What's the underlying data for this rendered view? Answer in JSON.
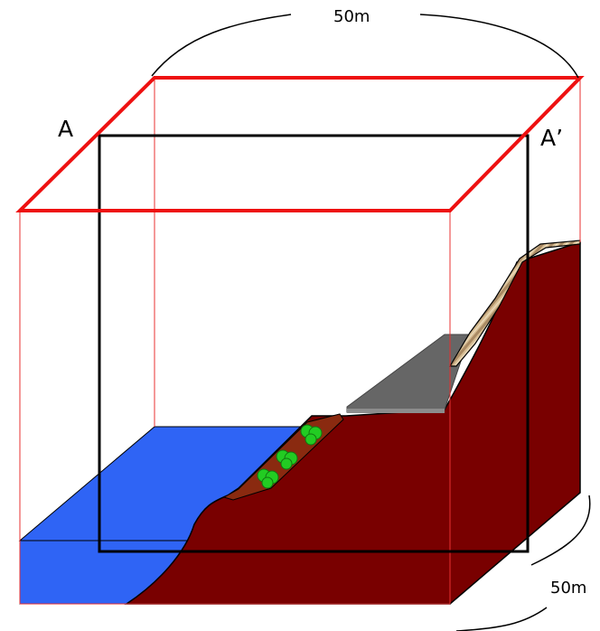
{
  "labels": {
    "point_a": "A",
    "point_a_prime": "A’",
    "top_dimension": "50m",
    "side_dimension": "50m"
  },
  "colors": {
    "plan_frame": "#ee1111",
    "section_frame": "#000000",
    "guide_lines": "#e83030",
    "water": "#2f64f5",
    "ground": "#790000",
    "terrace_soil": "#8a2a10",
    "shrubs": "#22cc22",
    "road": "#666666",
    "rock_outcrop": "#c8a880"
  }
}
